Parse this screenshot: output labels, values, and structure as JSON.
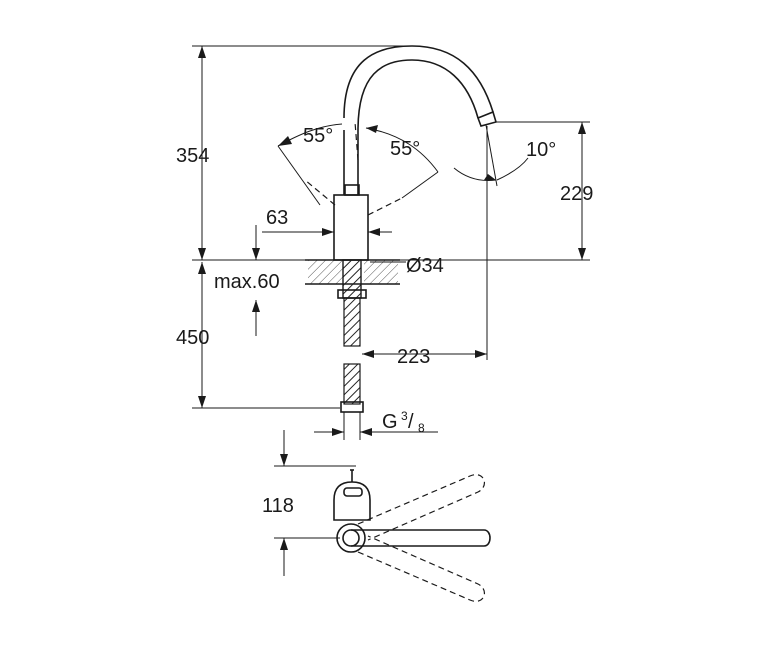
{
  "dimensions": {
    "total_height": "354",
    "spout_height": "229",
    "handle_angle_left": "55°",
    "handle_angle_right": "55°",
    "spout_angle": "10°",
    "offset": "63",
    "diameter": "Ø34",
    "max_thickness": "max.60",
    "hose_length": "450",
    "reach": "223",
    "thread_prefix": "G",
    "thread_num": "3",
    "thread_den": "8",
    "plan_dimension": "118"
  }
}
